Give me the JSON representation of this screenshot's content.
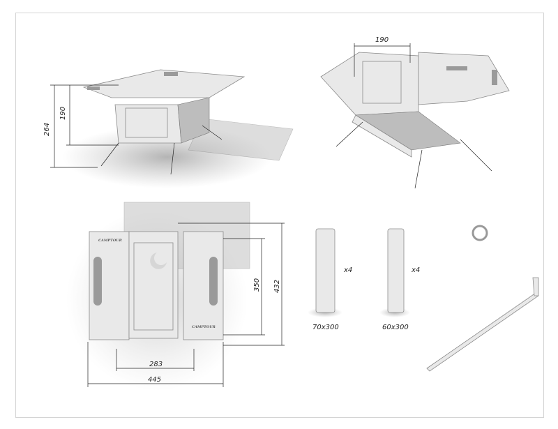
{
  "dimensions": {
    "front_height_total": "264",
    "front_height_body": "190",
    "top_view_width": "190",
    "plan_depth_inner": "350",
    "plan_depth_total": "432",
    "plan_width_inner": "283",
    "plan_width_total": "445"
  },
  "pipes": [
    {
      "size": "70x300",
      "quantity": "x4"
    },
    {
      "size": "60x300",
      "quantity": "x4"
    }
  ],
  "brand_logo": "CAMPTOUR",
  "colors": {
    "metal": "#e9e9e9",
    "line": "#222222",
    "border": "#d4d4d4"
  }
}
